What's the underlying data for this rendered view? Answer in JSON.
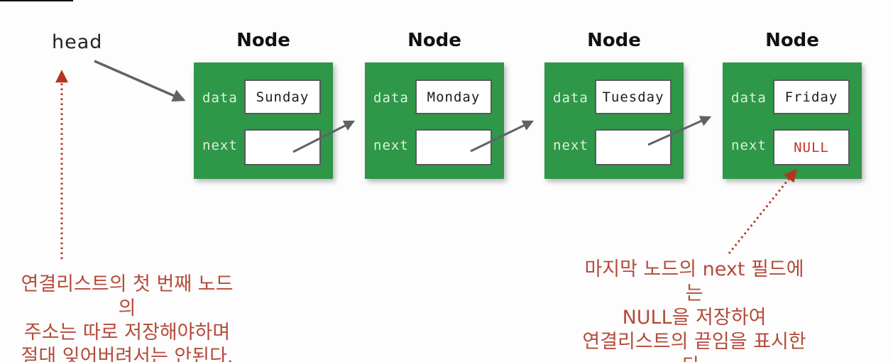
{
  "head_label": "head",
  "nodes": [
    {
      "title": "Node",
      "data_label": "data",
      "data_value": "Sunday",
      "next_label": "next",
      "next_value": ""
    },
    {
      "title": "Node",
      "data_label": "data",
      "data_value": "Monday",
      "next_label": "next",
      "next_value": ""
    },
    {
      "title": "Node",
      "data_label": "data",
      "data_value": "Tuesday",
      "next_label": "next",
      "next_value": ""
    },
    {
      "title": "Node",
      "data_label": "data",
      "data_value": "Friday",
      "next_label": "next",
      "next_value": "NULL"
    }
  ],
  "annotations": {
    "left": {
      "lines": [
        "연결리스트의 첫 번째 노드의",
        "주소는 따로 저장해야하며",
        "절대 잊어버려서는 안된다."
      ]
    },
    "right": {
      "lines": [
        "마지막 노드의 next 필드에는",
        "NULL을 저장하여",
        "연결리스트의 끝임을 표시한다."
      ]
    }
  },
  "colors": {
    "node_green": "#2e9748",
    "null_red": "#c13525",
    "annotation_red": "#b44b3a",
    "pointer_gray": "#5f6368",
    "dotted_arrow_red": "#b63320"
  }
}
